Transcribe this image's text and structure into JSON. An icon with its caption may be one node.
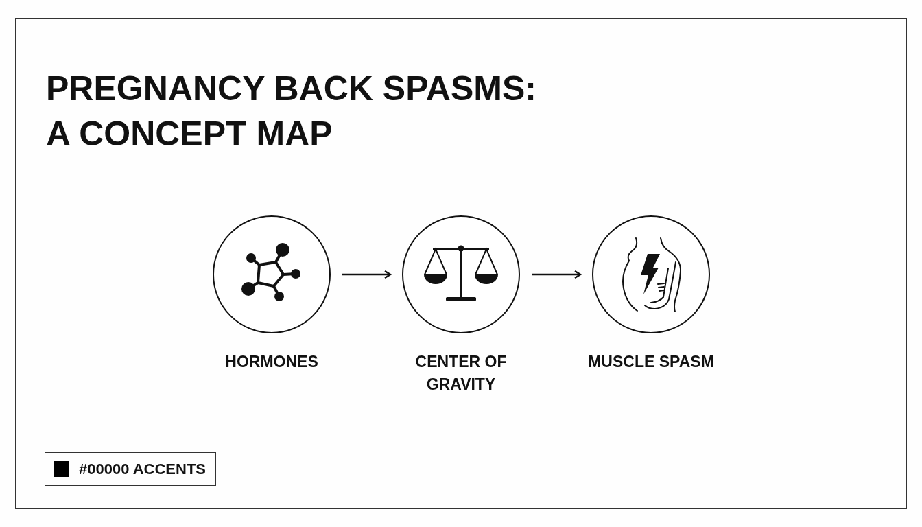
{
  "diagram": {
    "title": "PREGNANCY BACK SPASMS: A CONCEPT MAP",
    "nodes": [
      {
        "text": [
          "HORMONES"
        ]
      },
      {
        "text": [
          "CENTER OF GRAVITY"
        ]
      },
      {
        "text": [
          "MUSCLE SPASM"
        ]
      }
    ],
    "edges": [
      {
        "from": 0,
        "to": 1,
        "arrow": "to"
      },
      {
        "from": 1,
        "to": 2,
        "arrow": "to"
      }
    ],
    "legend": [
      {
        "text": "#00000 ACCENTS",
        "color": "#000000"
      }
    ]
  }
}
